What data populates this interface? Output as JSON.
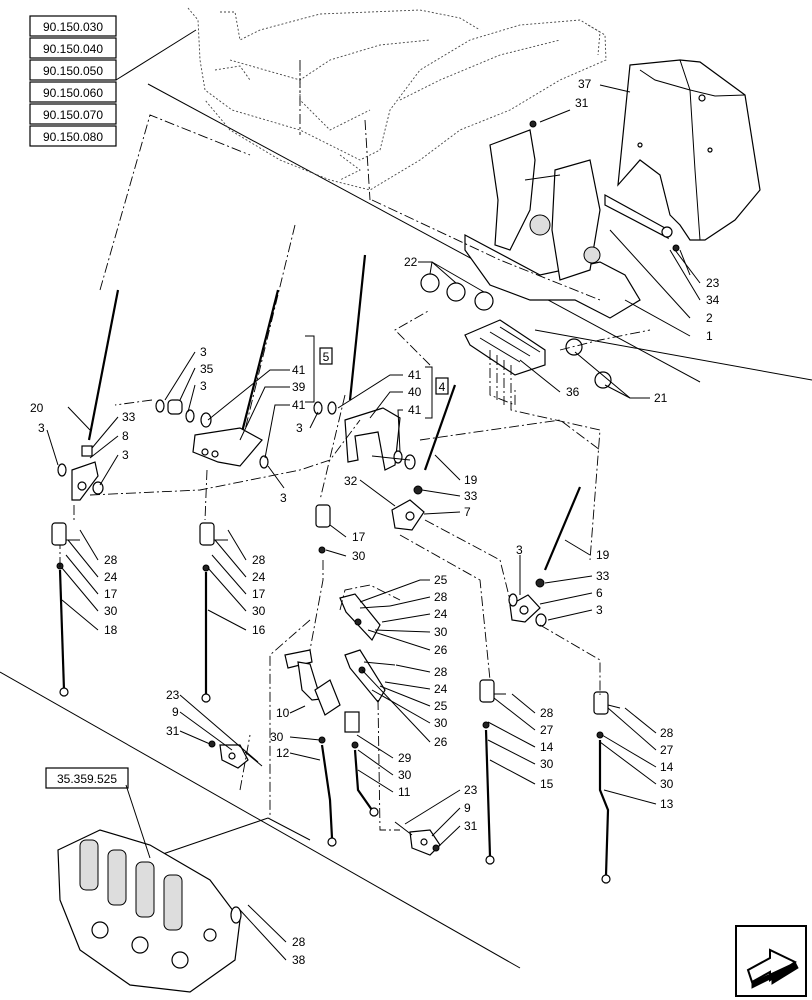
{
  "references": {
    "top": [
      "90.150.030",
      "90.150.040",
      "90.150.050",
      "90.150.060",
      "90.150.070",
      "90.150.080"
    ],
    "valve": "35.359.525"
  },
  "kits": {
    "k5": "5",
    "k4": "4"
  },
  "callouts": {
    "c37": "37",
    "c31a": "31",
    "c23a": "23",
    "c34": "34",
    "c2": "2",
    "c1": "1",
    "c22": "22",
    "c36": "36",
    "c21": "21",
    "c3a": "3",
    "c35": "35",
    "c3b": "3",
    "c41a": "41",
    "c39": "39",
    "c41b": "41",
    "c41c": "41",
    "c40": "40",
    "c41d": "41",
    "c20": "20",
    "c33a": "33",
    "c3c": "3",
    "c8": "8",
    "c3d": "3",
    "c3e": "3",
    "c3f": "3",
    "c19a": "19",
    "c32": "32",
    "c33b": "33",
    "c7": "7",
    "c28a": "28",
    "c24a": "24",
    "c17a": "17",
    "c30a": "30",
    "c18": "18",
    "c28b": "28",
    "c24b": "24",
    "c17b": "17",
    "c30b": "30",
    "c16": "16",
    "c17c": "17",
    "c30c": "30",
    "c3g": "3",
    "c19b": "19",
    "c33c": "33",
    "c6": "6",
    "c3h": "3",
    "c25a": "25",
    "c28c": "28",
    "c24c": "24",
    "c30d": "30",
    "c26a": "26",
    "c28d": "28",
    "c24d": "24",
    "c25b": "25",
    "c30e": "30",
    "c26b": "26",
    "c10": "10",
    "c30f": "30",
    "c12": "12",
    "c29": "29",
    "c30g": "30",
    "c11": "11",
    "c23b": "23",
    "c9a": "9",
    "c31b": "31",
    "c23c": "23",
    "c9b": "9",
    "c31c": "31",
    "c28e": "28",
    "c27a": "27",
    "c14a": "14",
    "c30h": "30",
    "c15": "15",
    "c28f": "28",
    "c27b": "27",
    "c14b": "14",
    "c30i": "30",
    "c13": "13",
    "c28g": "28",
    "c38": "38"
  },
  "icon": "next-page-arrow-icon"
}
